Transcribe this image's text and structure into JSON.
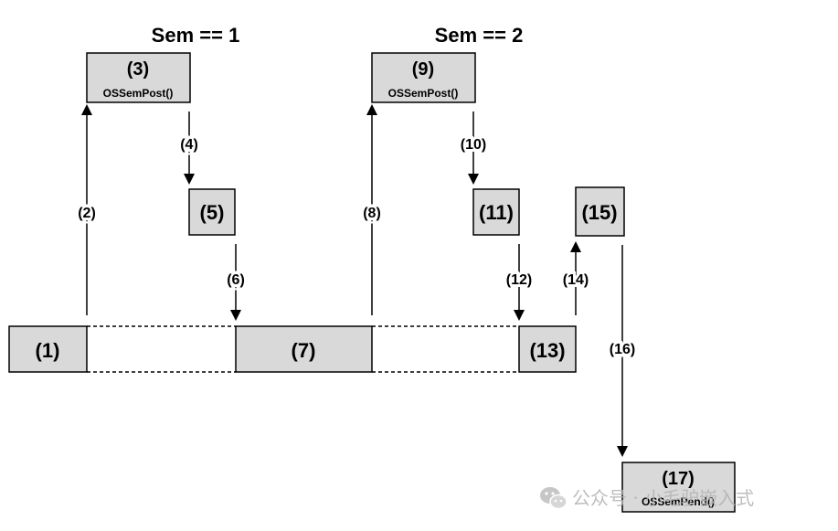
{
  "header": {
    "sem_left": "Sem == 1",
    "sem_right": "Sem == 2"
  },
  "boxes": {
    "b1": "(1)",
    "b3_num": "(3)",
    "b3_func": "OSSemPost()",
    "b5": "(5)",
    "b7": "(7)",
    "b9_num": "(9)",
    "b9_func": "OSSemPost()",
    "b11": "(11)",
    "b13": "(13)",
    "b15": "(15)",
    "b17_num": "(17)",
    "b17_func": "OSSemPend()"
  },
  "edges": {
    "e2": "(2)",
    "e4": "(4)",
    "e6": "(6)",
    "e8": "(8)",
    "e10": "(10)",
    "e12": "(12)",
    "e14": "(14)",
    "e16": "(16)"
  },
  "watermark": {
    "icon": "wechat-icon",
    "text": "公众号 · 小毛驴嵌入式"
  },
  "colors": {
    "box_fill": "#d9d9d9",
    "stroke": "#000000"
  }
}
